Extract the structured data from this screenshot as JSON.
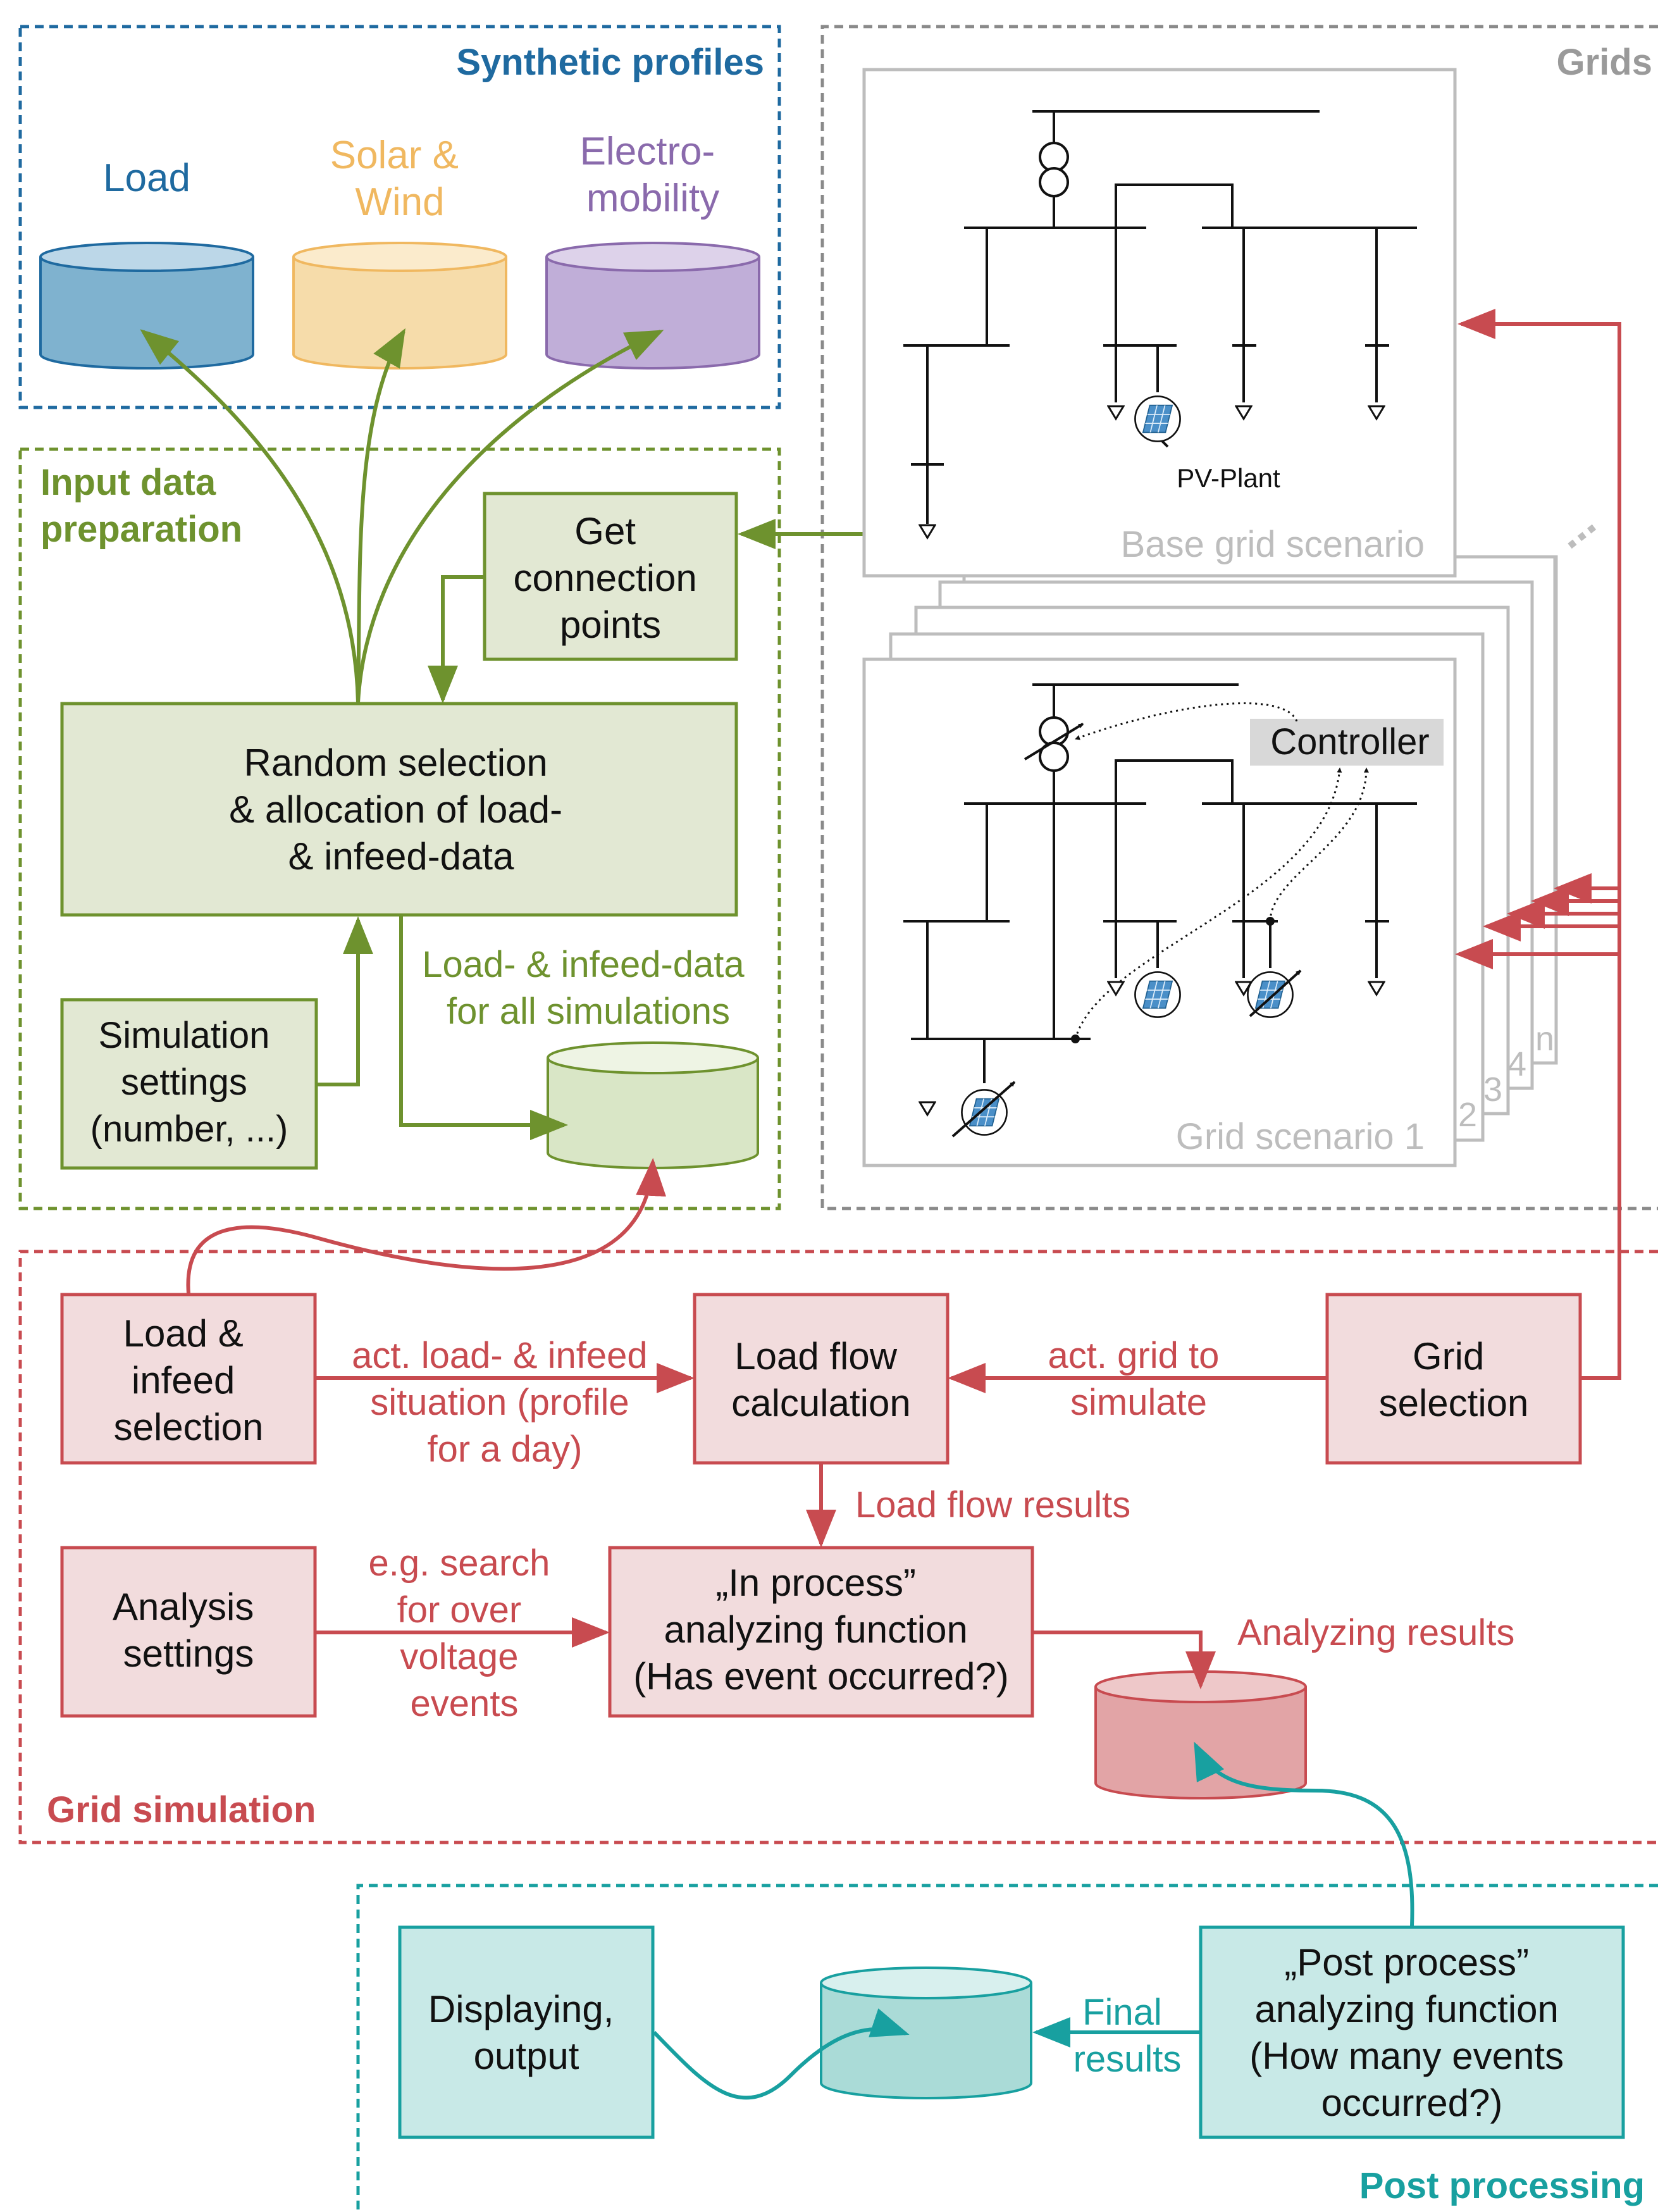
{
  "colors": {
    "blue": "#1f6aa0",
    "blue_fill": "#7fb2cf",
    "orange": "#f0b860",
    "orange_fill": "#f6dcaa",
    "purple": "#8a6aac",
    "purple_fill": "#c0aed8",
    "green": "#6e922e",
    "green_fill": "#e2e8d3",
    "green_db_fill": "#d9e6c6",
    "red": "#c84b50",
    "red_fill": "#f2dcdd",
    "red_db_fill": "#e2a4a6",
    "teal": "#18a0a0",
    "teal_fill": "#c8e9e7",
    "gray": "#9a9a9a",
    "grid_gray": "#bdbdbd",
    "controller_bg": "#d8d8d8",
    "black": "#111111"
  },
  "sections": {
    "synthetic_profiles": "Synthetic profiles",
    "grids": "Grids",
    "input_data_preparation": [
      "Input data",
      "preparation"
    ],
    "grid_simulation": "Grid simulation",
    "post_processing": "Post processing"
  },
  "profiles": {
    "load": [
      "Load"
    ],
    "solar_wind": [
      "Solar &",
      "Wind"
    ],
    "emobility": [
      "Electro-",
      "mobility"
    ]
  },
  "input_prep": {
    "get_connection_points": [
      "Get",
      "connection",
      "points"
    ],
    "random_selection": [
      "Random selection",
      "& allocation of load-",
      "& infeed-data"
    ],
    "simulation_settings": [
      "Simulation",
      "settings",
      "(number, ...)"
    ],
    "load_infeed_label": [
      "Load- & infeed-data",
      "for all simulations"
    ]
  },
  "grids": {
    "base_scenario": "Base grid scenario",
    "scenario_1": "Grid scenario 1",
    "pv_plant": "PV-Plant",
    "controller": "Controller",
    "ellipsis": "...",
    "stack_numbers": [
      "2",
      "3",
      "4",
      "n"
    ]
  },
  "grid_sim": {
    "load_infeed_selection": [
      "Load &",
      "infeed",
      "selection"
    ],
    "load_flow_calculation": [
      "Load flow",
      "calculation"
    ],
    "grid_selection": [
      "Grid",
      "selection"
    ],
    "analysis_settings": [
      "Analysis",
      "settings"
    ],
    "in_process": [
      "„In process”",
      "analyzing function",
      "(Has event occurred?)"
    ],
    "act_load_label": [
      "act. load- & infeed",
      "situation (profile",
      "for a day)"
    ],
    "act_grid_label": [
      "act. grid to",
      "simulate"
    ],
    "load_flow_results": "Load flow results",
    "search_label": [
      "e.g. search",
      "for over",
      "voltage",
      "events"
    ],
    "analyzing_results": "Analyzing results"
  },
  "post": {
    "displaying_output": [
      "Displaying,",
      "output"
    ],
    "post_process": [
      "„Post process”",
      "analyzing function",
      "(How many events",
      "occurred?)"
    ],
    "final_results": [
      "Final",
      "results"
    ]
  }
}
